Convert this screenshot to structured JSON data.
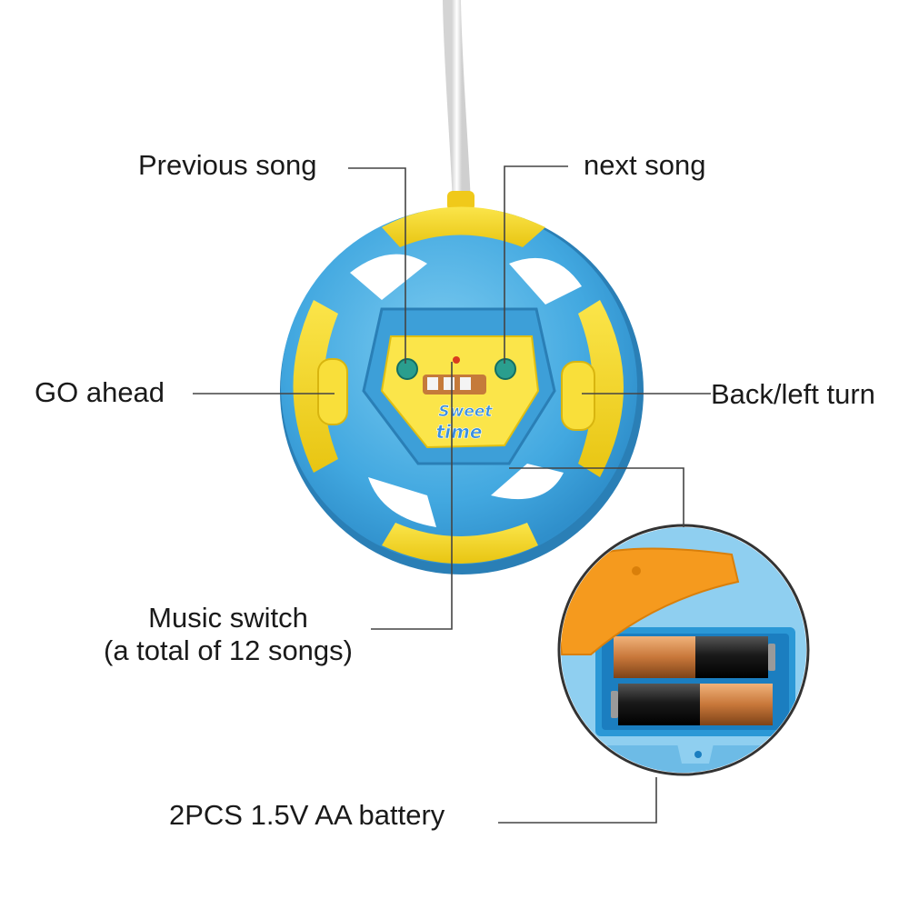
{
  "callouts": {
    "previous_song": "Previous song",
    "next_song": "next song",
    "go_ahead": "GO ahead",
    "back_left_turn": "Back/left turn",
    "music_switch_line1": "Music switch",
    "music_switch_line2": "(a total of 12 songs)",
    "battery": "2PCS 1.5V AA battery"
  },
  "wheel_logo": {
    "line1": "Sweet",
    "line2": "time"
  },
  "colors": {
    "wheel_blue": "#4fb3e6",
    "wheel_yellow": "#f5d72a",
    "battery_cover": "#f59a1e",
    "battery_copper": "#c87a3a",
    "battery_black": "#1e1e1e"
  }
}
